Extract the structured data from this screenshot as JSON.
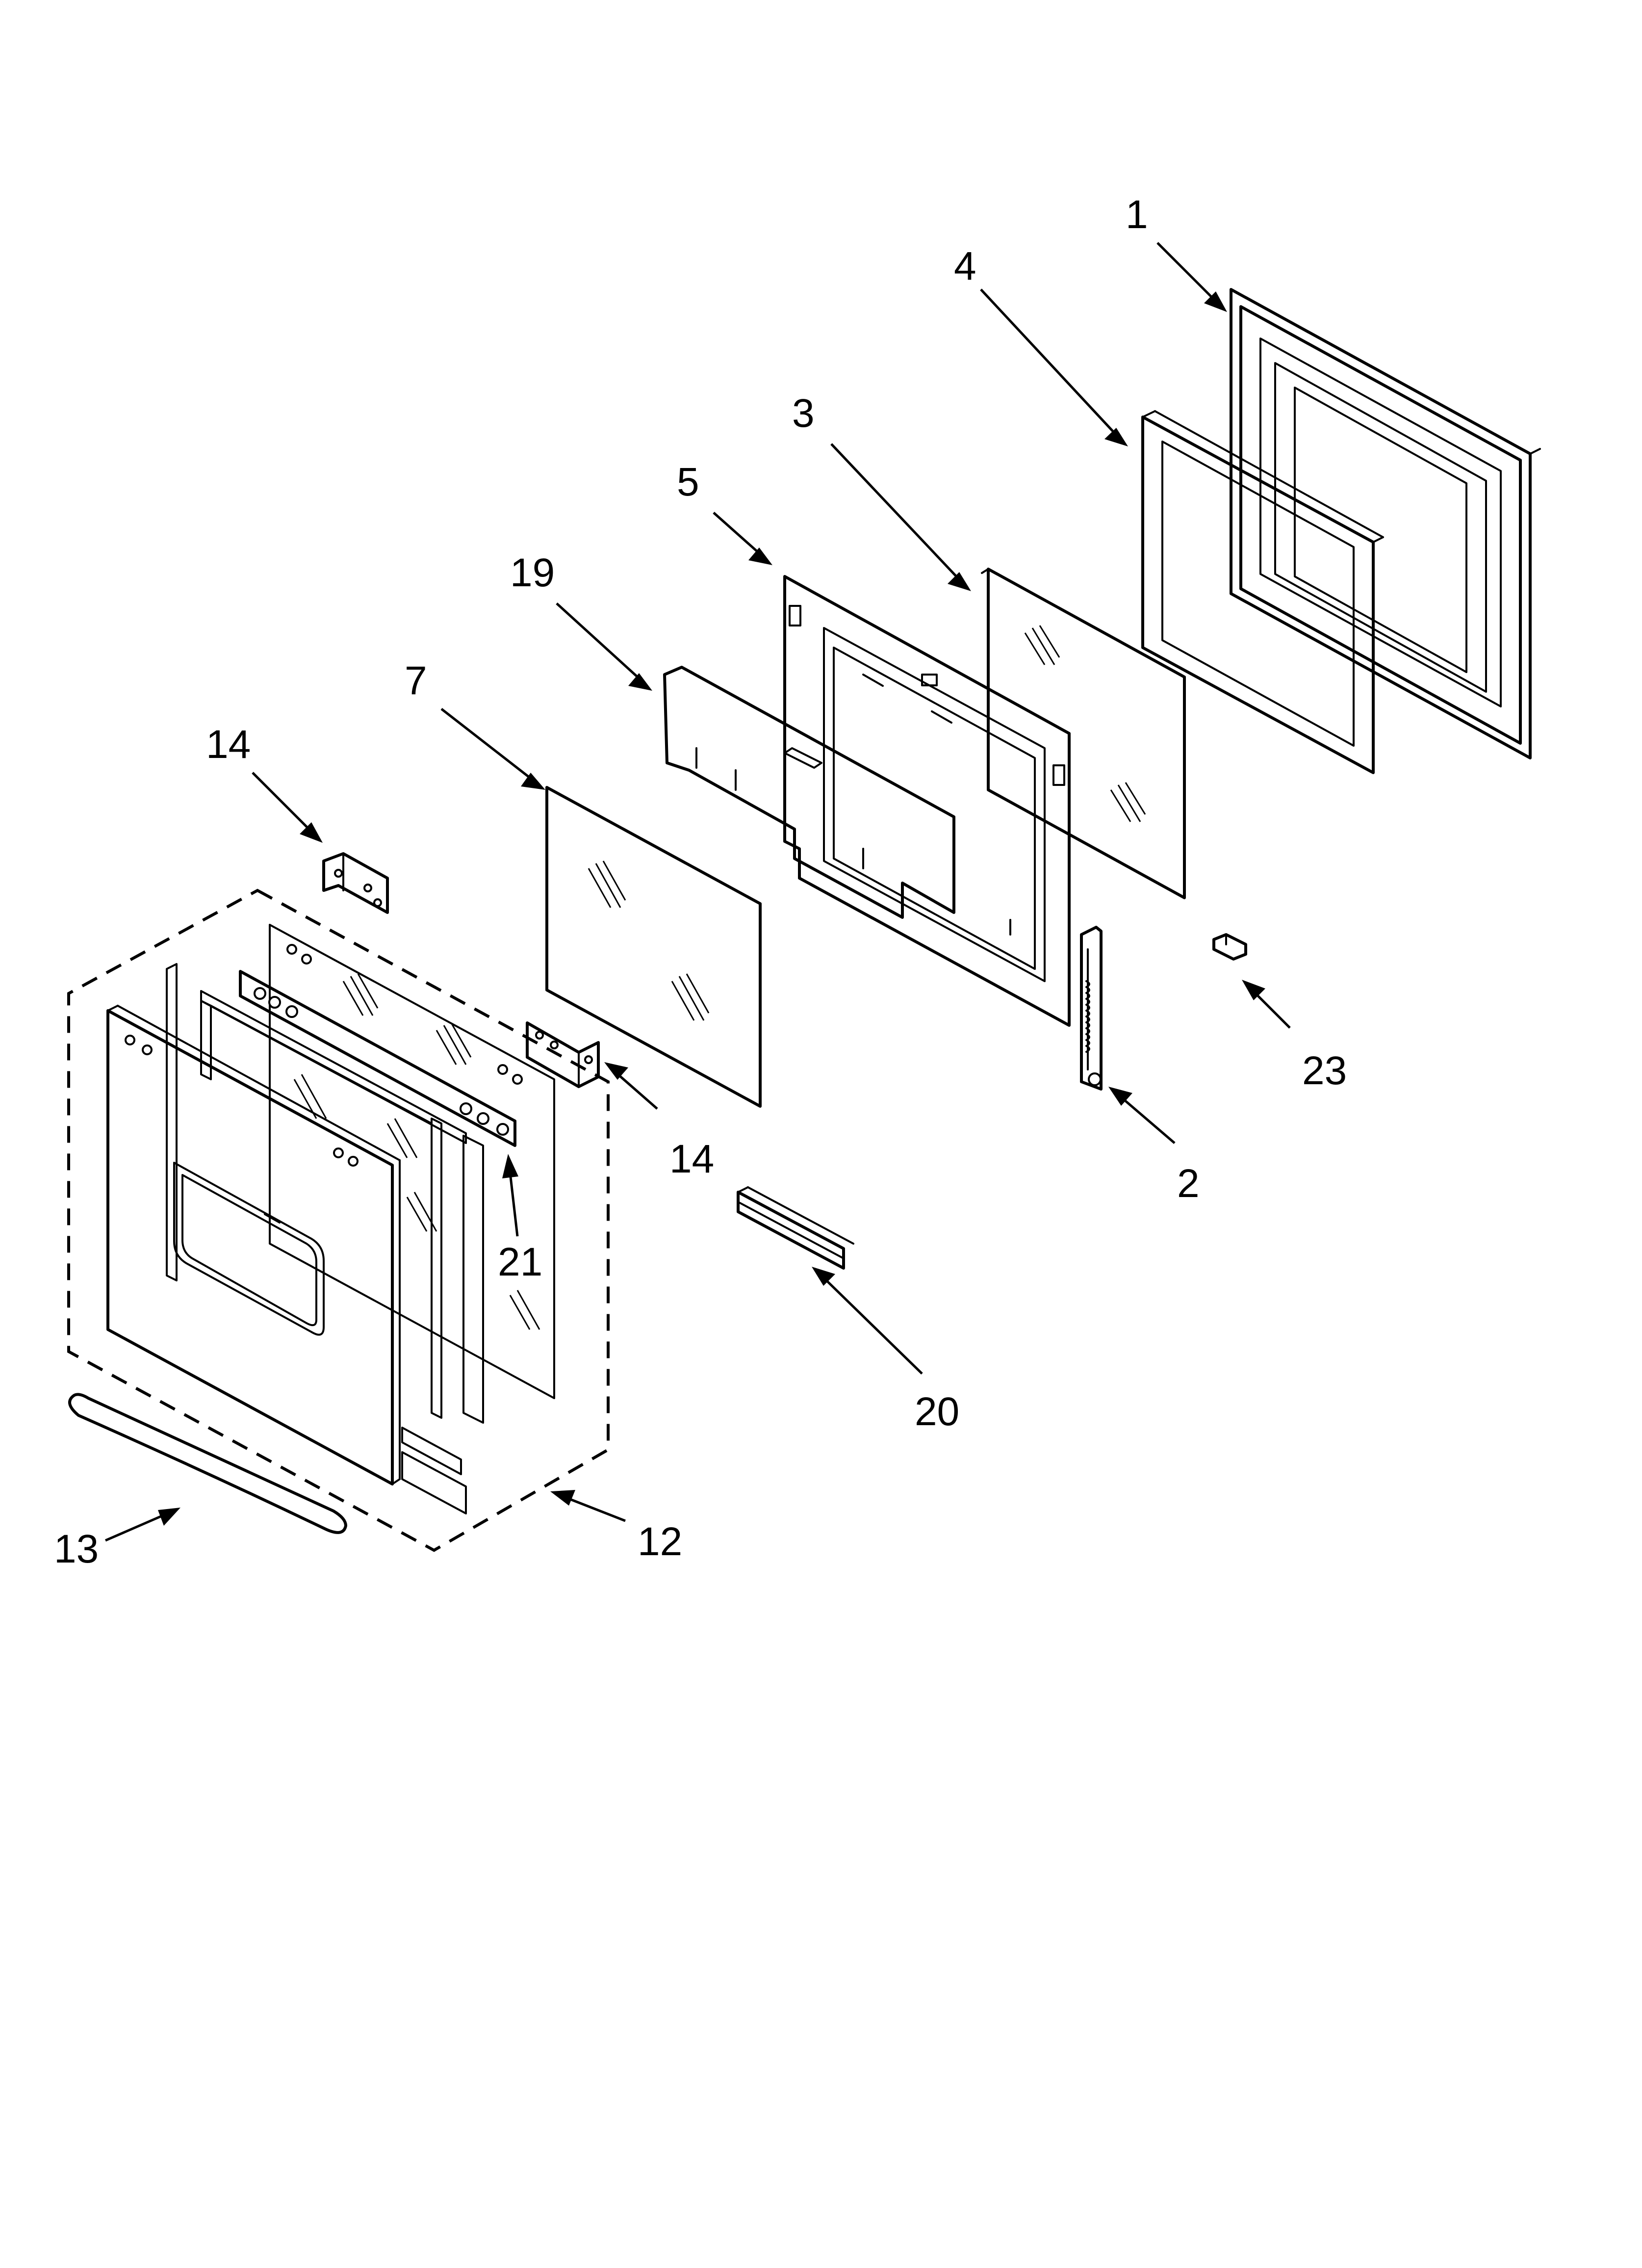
{
  "callouts": [
    "1",
    "4",
    "3",
    "5",
    "19",
    "7",
    "14",
    "14",
    "21",
    "2",
    "23",
    "20",
    "12",
    "13"
  ]
}
